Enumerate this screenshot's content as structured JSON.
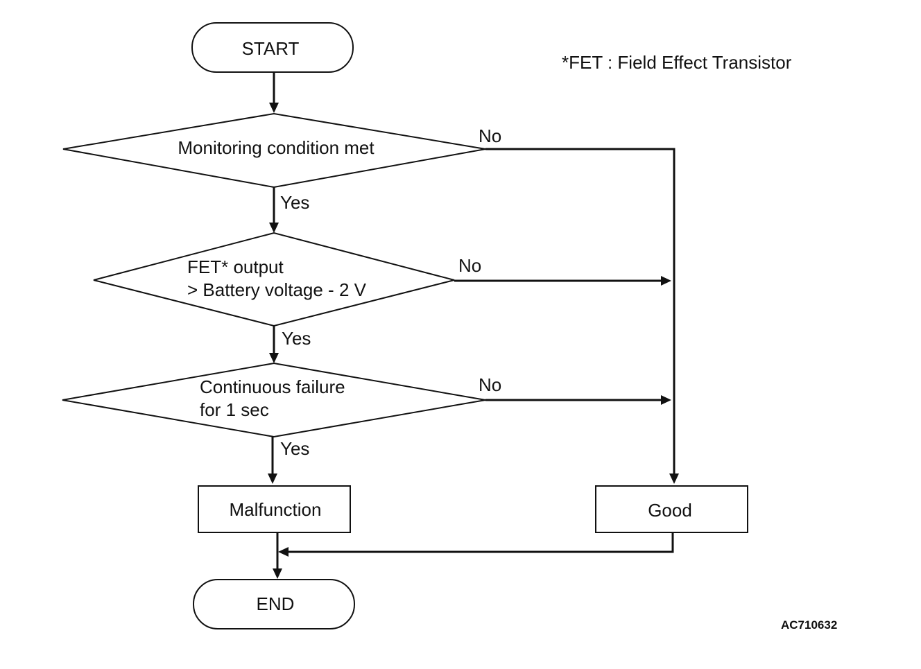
{
  "nodes": {
    "start": "START",
    "decision_monitoring": "Monitoring condition met",
    "decision_fet_line1": "FET* output",
    "decision_fet_line2": "> Battery voltage - 2 V",
    "decision_continuous_line1": "Continuous failure",
    "decision_continuous_line2": "for 1 sec",
    "malfunction": "Malfunction",
    "good": "Good",
    "end": "END"
  },
  "edge_labels": {
    "no_1": "No",
    "yes_1": "Yes",
    "no_2": "No",
    "yes_2": "Yes",
    "no_3": "No",
    "yes_3": "Yes"
  },
  "footnote": "*FET : Field Effect Transistor",
  "figure_code": "AC710632"
}
